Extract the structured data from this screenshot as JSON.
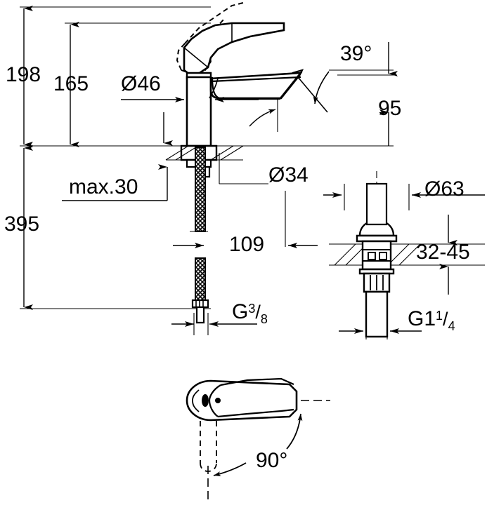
{
  "drawing": {
    "type": "technical-dimension-drawing",
    "subject": "single-lever basin mixer faucet with pop-up drain",
    "units": "mm",
    "line_color": "#000000",
    "background_color": "#ffffff"
  },
  "views": {
    "front_elevation": {
      "name": "faucet front elevation"
    },
    "drain_detail": {
      "name": "pop-up drain assembly section"
    },
    "plan_view": {
      "name": "faucet top plan view"
    }
  },
  "dimensions": {
    "overall_height": "198",
    "spout_height": "165",
    "body_diameter": "Ø46",
    "swivel_angle": "39°",
    "spout_projection": "95",
    "total_length": "395",
    "max_deck_thickness": "max.30",
    "base_diameter": "Ø34",
    "hose_length": "109",
    "supply_thread_prefix": "G",
    "supply_thread_num": "3",
    "supply_thread_slash": "/",
    "supply_thread_den": "8",
    "drain_flange_diameter": "Ø63",
    "drain_basin_range": "32-45",
    "drain_thread_prefix": "G1",
    "drain_thread_num": "1",
    "drain_thread_slash": "/",
    "drain_thread_den": "4",
    "handle_rotation": "90°"
  }
}
